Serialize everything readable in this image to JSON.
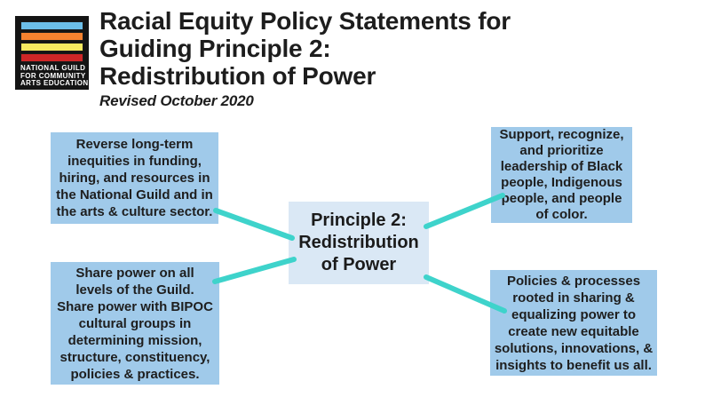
{
  "logo": {
    "line1": "NATIONAL GUILD",
    "line2": "FOR COMMUNITY",
    "line3": "ARTS EDUCATION"
  },
  "header": {
    "title": "Racial Equity Policy Statements for\nGuiding Principle 2:\nRedistribution of Power",
    "subtitle": "Revised October 2020"
  },
  "diagram": {
    "center": "Principle 2:\nRedistribution\nof Power",
    "top_left": "Reverse long-term\ninequities in funding,\nhiring, and resources in\nthe National Guild and in\nthe arts & culture sector.",
    "top_right": "Support, recognize,\nand prioritize\nleadership of Black\npeople, Indigenous\npeople, and people\nof color.",
    "bottom_left": "Share power on all\nlevels of the Guild.\nShare power with BIPOC\ncultural groups in\ndetermining mission,\nstructure, constituency,\npolicies & practices.",
    "bottom_right": "Policies & processes\nrooted in sharing &\nequalizing power to\ncreate new equitable\nsolutions, innovations, &\ninsights to benefit us all."
  },
  "colors": {
    "stripe_blue": "#6CBEE8",
    "stripe_orange": "#F5822F",
    "stripe_yellow": "#F7E960",
    "stripe_red": "#CE2627",
    "node_fill": "#A0CAEA",
    "center_fill": "#DAE8F5",
    "connector": "#3ED3CB",
    "title_text": "#1D1D1D"
  }
}
